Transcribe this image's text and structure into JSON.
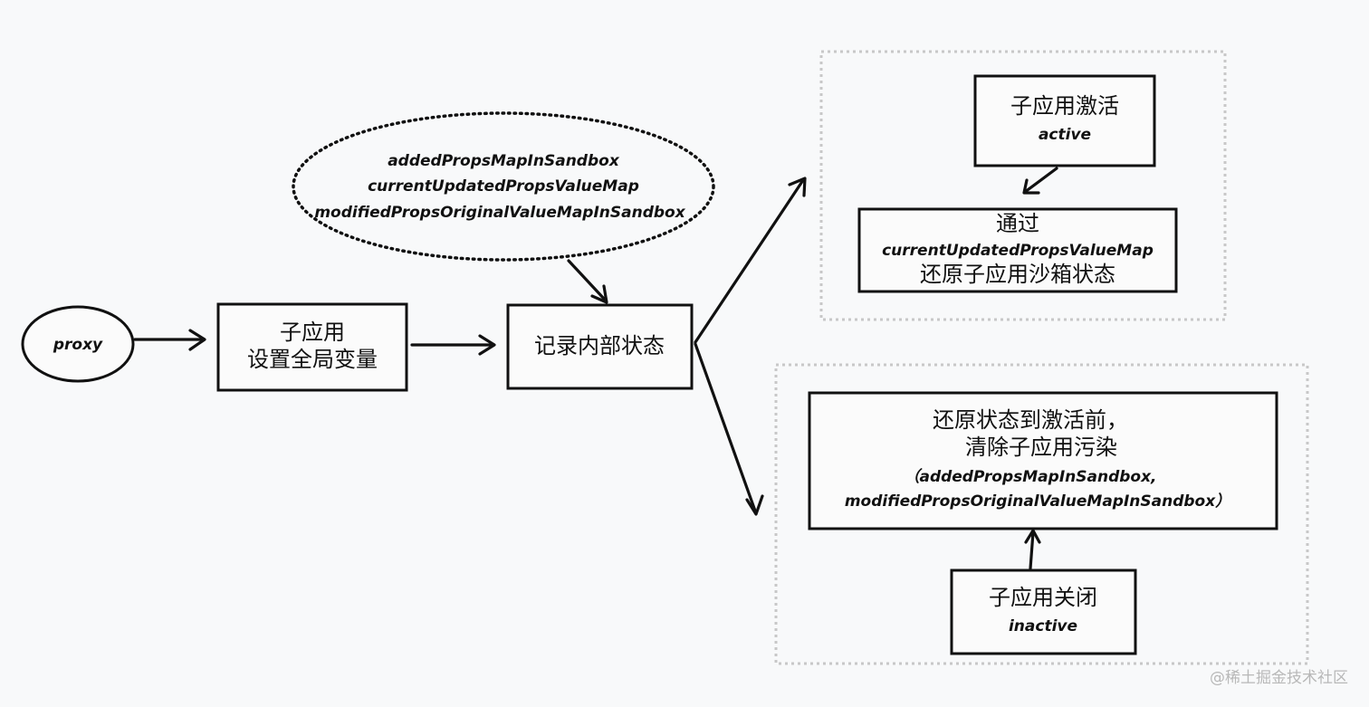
{
  "nodes": {
    "proxy": {
      "label": "proxy"
    },
    "set_globals": {
      "line1": "子应用",
      "line2": "设置全局变量"
    },
    "record_state": {
      "label": "记录内部状态"
    },
    "maps_cloud": {
      "line1": "addedPropsMapInSandbox",
      "line2": "currentUpdatedPropsValueMap",
      "line3": "modifiedPropsOriginalValueMapInSandbox"
    },
    "activate": {
      "title": "子应用激活",
      "subtitle": "active"
    },
    "restore_sandbox": {
      "line1": "通过",
      "line2": "currentUpdatedPropsValueMap",
      "line3": "还原子应用沙箱状态"
    },
    "restore_before": {
      "line1": "还原状态到激活前，",
      "line2": "清除子应用污染",
      "line3": "（addedPropsMapInSandbox,",
      "line4": "modifiedPropsOriginalValueMapInSandbox）"
    },
    "deactivate": {
      "title": "子应用关闭",
      "subtitle": "inactive"
    }
  },
  "watermark": "@稀土掘金技术社区",
  "colors": {
    "background": "#f8f9fa",
    "stroke": "#111111",
    "group_border": "#c8c8c8",
    "watermark": "#b8b8b8"
  }
}
